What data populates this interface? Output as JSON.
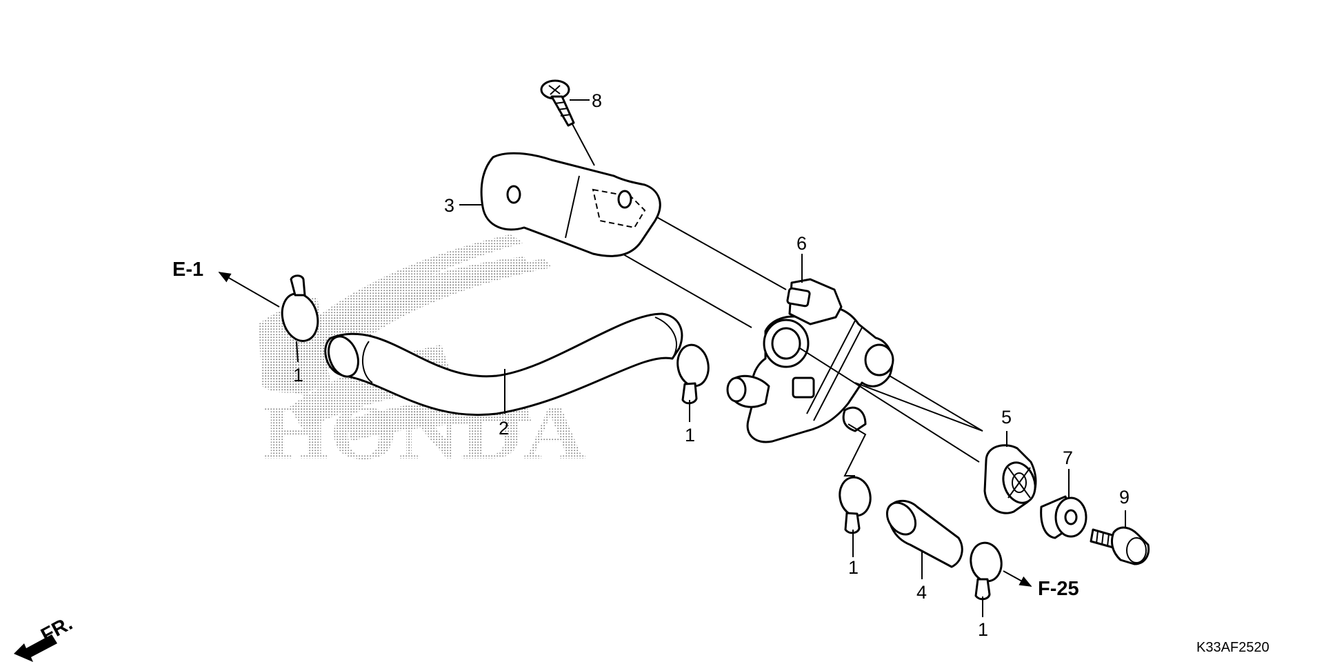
{
  "watermark": "HONDA",
  "diagram_code": "K33AF2520",
  "front_arrow": "FR.",
  "refs": {
    "e1": "E-1",
    "f25": "F-25"
  },
  "callouts": {
    "clip_a": "1",
    "clip_b": "1",
    "clip_c": "1",
    "clip_d": "1",
    "hose": "2",
    "bracket": "3",
    "tube": "4",
    "grommet": "5",
    "valve": "6",
    "collar": "7",
    "screw": "8",
    "bolt": "9"
  }
}
